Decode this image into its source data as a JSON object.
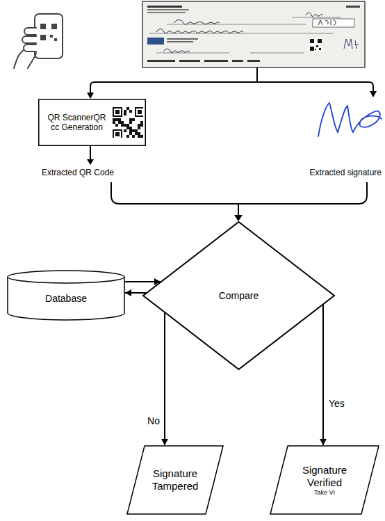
{
  "diagram": {
    "nodes": [
      {
        "text": [
          "QR ScannerQR cc Generation"
        ]
      },
      {
        "text": [
          "Database"
        ]
      },
      {
        "text": [
          "Compare"
        ]
      },
      {
        "text": [
          "Signature Tampered"
        ]
      },
      {
        "text": [
          "Signature Verified",
          "Take VI"
        ]
      }
    ],
    "edges": [
      {
        "from": 1,
        "to": 2,
        "arrow": "to"
      },
      {
        "from": 2,
        "to": 1,
        "arrow": "to"
      },
      {
        "from": 2,
        "to": 3,
        "label": "No",
        "arrow": "to"
      },
      {
        "from": 2,
        "to": 4,
        "label": "Yes",
        "arrow": "to"
      }
    ],
    "labels": [
      "Extracted QR Code",
      "Extracted signature"
    ]
  }
}
